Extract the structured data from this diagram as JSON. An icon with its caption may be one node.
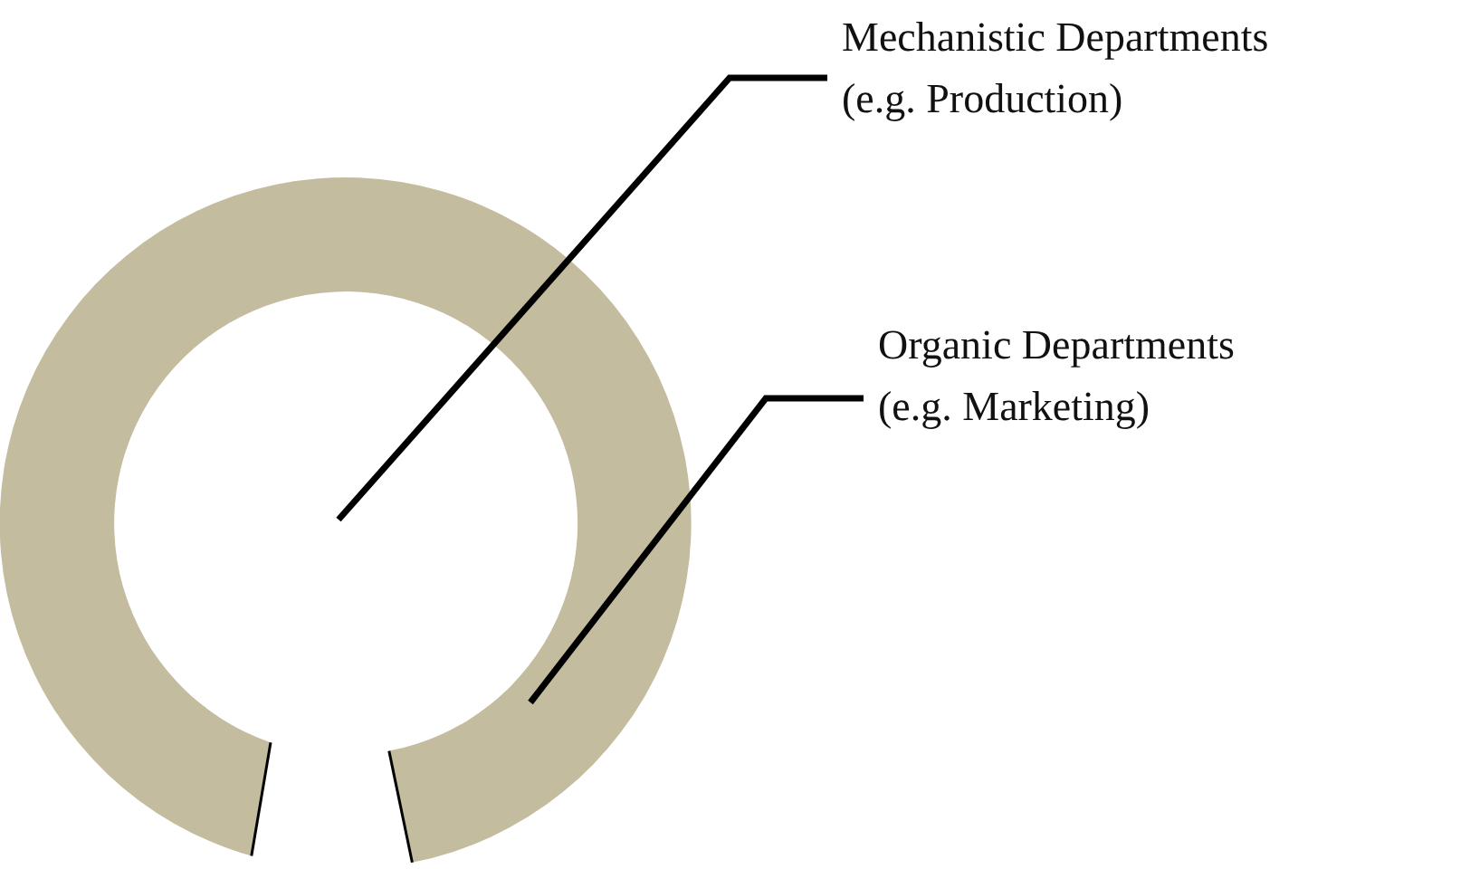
{
  "diagram": {
    "nodes": [
      {
        "text": [
          "Mechanistic Departments (e.g. Production)"
        ]
      },
      {
        "text": [
          "Organic Departments (e.g. Marketing)"
        ]
      },
      {
        "text": [],
        "shape": "ring"
      }
    ],
    "edges": [
      {
        "from": 0,
        "to": 2,
        "arrow": "none"
      },
      {
        "from": 1,
        "to": 2,
        "arrow": "none"
      }
    ]
  }
}
